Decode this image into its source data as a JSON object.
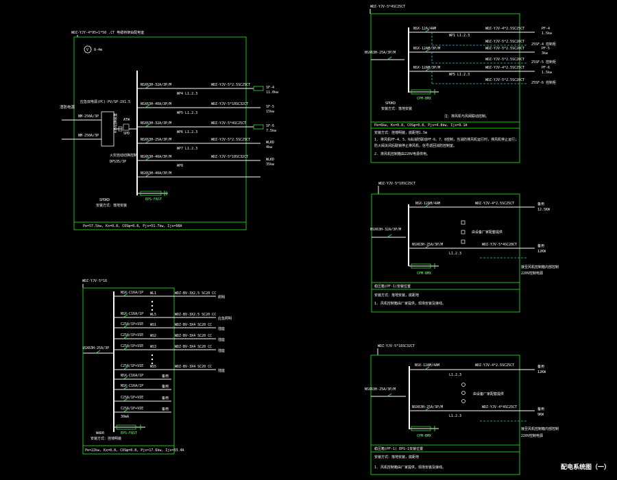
{
  "colors": {
    "background": "#000000",
    "frame": "#19c619",
    "wire": "#ffffff",
    "device": "#3fdc3f",
    "aux": "#29c9d9"
  },
  "drawing_title": "配电系统图（一）",
  "panel1": {
    "incoming": "WDZ-YJY-4*95+1*50 .CT  电缆桥架由配电室",
    "vmark": "V",
    "vmark_note": "8-4m",
    "fire_source": "消防电源",
    "atse_note": "应急双电源(PC)-PV/SP-2X1.5",
    "ats_label": "ATS切换装置",
    "brk_in_a": "NM-250A/3P",
    "brk_in_b": "NM-250A/3P",
    "ats_sub": "火灾自动切换控制",
    "ats_model": "DPS35/3P",
    "spd_tag": "SPD",
    "box_tag": "ATW",
    "feeders": [
      {
        "breaker": "NSX63H-32A/3P/M",
        "phase": "WP4  L1.2.3",
        "cable": "WDZ-YJV-5*2.5SC25CT",
        "load": "SF-4",
        "power": "11.0kw"
      },
      {
        "breaker": "NSX63H-40A/3P/M",
        "phase": "WP5  L1.2.3",
        "cable": "WDZ-YJV-5*10SC32CT",
        "load": "SF-5",
        "power": "15kw"
      },
      {
        "breaker": "NSX63H-32A/3P/M",
        "phase": "WP6  L1.2.3",
        "cable": "WDZ-YJV-5*4SC25CT",
        "load": "SF-6",
        "power": "7.5kw"
      },
      {
        "breaker": "NSX63H-25A/3P/M",
        "phase": "WP7  L1.2.3",
        "cable": "WDZ-YJV-5*2.5SC25CT",
        "load": "WLKD",
        "power": "4kw"
      },
      {
        "breaker": "NSX63H-40A/3P/M",
        "phase": "WP8",
        "cable": "WDZ-YJV-5*10SC32CT",
        "load": "WLKD",
        "power": "35kw"
      },
      {
        "breaker": "NSX63H-40A/3P/M",
        "phase": "",
        "cable": "",
        "load": "",
        "power": ""
      }
    ],
    "surge": "EPS-FAST",
    "box_name": "SPDKD",
    "box_note": "安装方式：落地安装",
    "footer": "Pe=57.5kw, Kx=0.8, COSφ=0.8, Pjs=51.7kw, Ijs=98A"
  },
  "panel2": {
    "incoming": "WDZ-YJV-5*4SC25CT",
    "main_breaker": "NSX63H-25A/3P/M",
    "feeders": [
      {
        "breaker": "NSX-12A/4AM",
        "phase": "WP1  L1.2.3",
        "cable": "WDZ-YJV-4*2.5SC25CT",
        "load": "PF-4",
        "power": "1.5kw"
      },
      {
        "breaker": "NSX-12AM/3P/M",
        "phase": "",
        "cable": "WDZ-YJV-5*2.5SC20CT",
        "load": "PF-5",
        "power": "3kw"
      },
      {
        "breaker": "NSX-12AM/3P/M",
        "phase": "WP5  L1.2.3",
        "cable": "WDZ-YJV-4*2.5SC25CT",
        "load": "PF-6",
        "power": "1.5kw"
      }
    ],
    "aux": [
      {
        "cable": "WDZ-YJV-5*2.5SC20CT",
        "tag": "25SF-4 控制柜"
      },
      {
        "cable": "WDZ-YJV-5*2.5SC20CT",
        "tag": "25SF-5 控制柜"
      },
      {
        "cable": "WDZ-YJV-5*2.5SC20CT",
        "tag": "25SF-6 控制柜"
      }
    ],
    "surge": "CPM-BMX",
    "box_name": "SPDKD",
    "box_note": "安装方式：落地安装",
    "note_right": "注：排风机与风阀联动控制。",
    "footer": "Pe=6kw, Kx=0.8, COSφ=0.8, Pjs=4.8kw, Ijs=9.1A",
    "notes": [
      "安装方式：挂墙明装，底距地1.5m",
      "1. 排风机PF-4、5、6由消防联动PF-6、7、8控制，当消防排风机运行时，排风机停止运行；",
      "   防火阀关闭后联锁停止排风机，信号返回消防控制室。",
      "2. 排风机控制箱由220V电源供电。"
    ]
  },
  "panel3": {
    "incoming": "WDZ-YJV-5*10SC25CT",
    "main_breaker": "NSX63H-32A/3P/M",
    "feeders": [
      {
        "breaker": "NSX-12AM/4AM",
        "phase": "",
        "cable": "WDZ-YJV-4*2.5SC25CT",
        "load": "备用",
        "power": "12.5KW"
      },
      {
        "breaker": "NSX63H-25A/3P/M",
        "phase": "L1.2.3",
        "cable": "WDZ-YJV-5*4SC20CT",
        "load": "备用",
        "power": "12KW"
      }
    ],
    "middle_note": "由设备厂家配套提供",
    "surge": "CPM-BMX",
    "right_note_1": "接至风机控制箱内部控制",
    "right_note_2": "220V控制电源",
    "footer": "稳压箱(PF-1)安装位置",
    "notes": [
      "安装方式：落地安装，底距地",
      "1. 风机控制箱由厂家提供，现场安装及接线。"
    ]
  },
  "panel4": {
    "incoming": "WDZ-YJV-5*16SC32CT",
    "main_breaker": "NSX63H-25A/3P/M",
    "feeders": [
      {
        "breaker": "NSX-12AM/4AM",
        "phase": "L1.2.3",
        "cable": "WDZ-YJV-4*2.5SC25CT",
        "load": "备用",
        "power": "12KW"
      },
      {
        "breaker": "NSX63H-25A/3P/M",
        "phase": "L1.2.3",
        "cable": "WDZ-YJV-4*4SC25CT",
        "load": "备用",
        "power": "9KW"
      }
    ],
    "middle_note": "由设备厂家配套提供",
    "surge": "CPM-BMX",
    "right_note_1": "接至风机控制箱内部控制",
    "right_note_2": "220V控制电源",
    "footer": "稳压箱(PF-1)  EPS-1安装位置",
    "notes": [
      "安装方式：落地安装，底距地",
      "1. 风机控制箱由厂家提供，现场安装及接线。"
    ]
  },
  "panel5": {
    "incoming": "WDZ-YJV-5*16",
    "main_breaker": "NSX63H-25A/3P",
    "rows": [
      {
        "breaker": "NSX-C16A/1P",
        "circuit": "WL1",
        "cable": "WDZ-BV-3X2.5 SC20 CC",
        "load": "照明"
      },
      {
        "breaker": "NSX-C16A/1P",
        "circuit": "WL5",
        "cable": "WDZ-BV-3X2.5 SC20 CC",
        "load": "应急照明"
      },
      {
        "breaker": "C25A/1P+VIE",
        "circuit": "WS1",
        "cable": "WDZ-BV-3X4 SC20 CC",
        "load": "插座"
      },
      {
        "breaker": "C25A/1P+VIE",
        "circuit": "WS2",
        "cable": "WDZ-BV-3X4 SC20 CC",
        "load": "插座"
      },
      {
        "breaker": "C25A/1P+VIE",
        "circuit": "WS3",
        "cable": "WDZ-BV-3X4 SC20 CC",
        "load": "插座"
      },
      {
        "breaker": "C25A/1P+VIE",
        "circuit": "WS5",
        "cable": "WDZ-BV-3X4 SC20 CC",
        "load": "插座"
      },
      {
        "breaker": "NSX-C16A/1P",
        "circuit": "",
        "cable": "",
        "load": "备用"
      },
      {
        "breaker": "NSX-C16A/1P",
        "circuit": "",
        "cable": "",
        "load": "备用"
      },
      {
        "breaker": "C25A/1P+VIE",
        "circuit": "",
        "cable": "",
        "load": "备用"
      },
      {
        "breaker": "C25A/1P+VIE",
        "circuit": "",
        "cable": "",
        "load": "备用"
      }
    ],
    "leak_tag": "30mA",
    "surge": "EPS-FAST",
    "box_name": "WAD0",
    "box_note": "安装方式：挂墙明装",
    "footer": "Pe=22kw, Kx=0.8, COSφ=0.8, Pjs=17.6kw, Ijs=33.4A"
  }
}
